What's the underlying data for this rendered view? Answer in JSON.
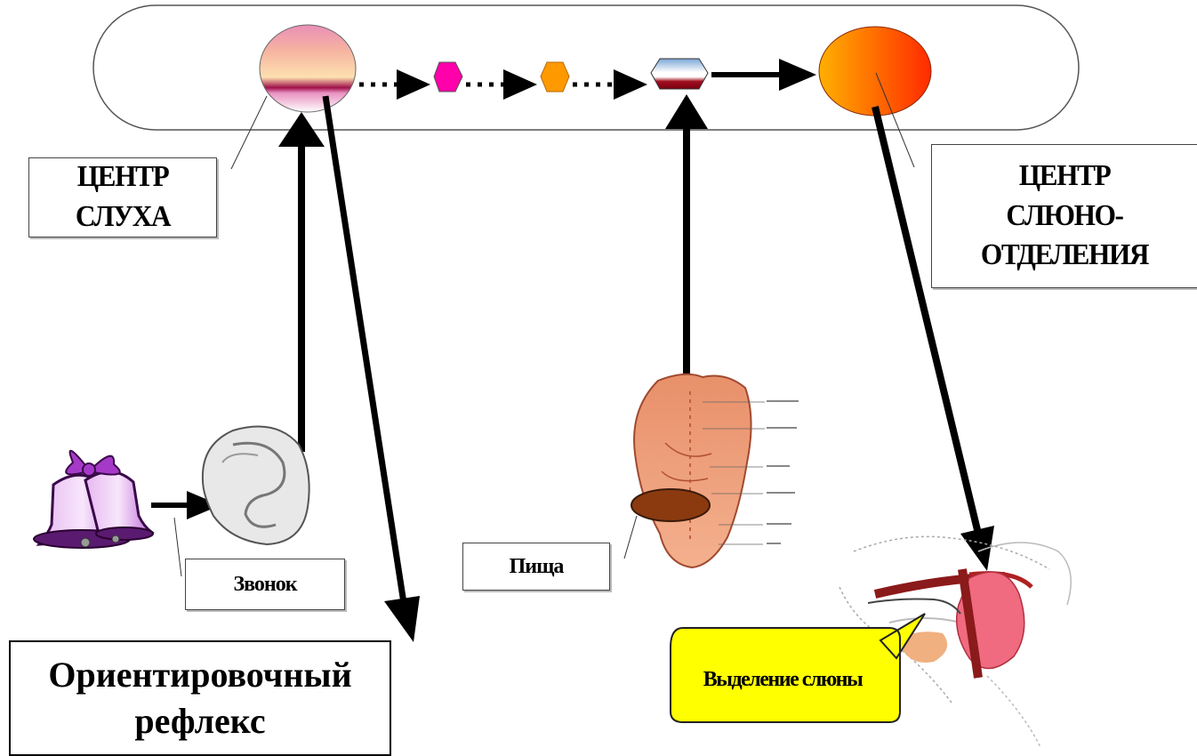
{
  "labels": {
    "hearing_center": "ЦЕНТР СЛУХА",
    "salivation_center": "ЦЕНТР СЛЮНО- ОТДЕЛЕНИЯ",
    "bell": "Звонок",
    "food": "Пища",
    "saliva_release": "Выделение слюны",
    "orienting_reflex": "Ориентировочный рефлекс"
  },
  "icons": [
    "bell-icon",
    "ear-icon",
    "tongue-icon",
    "food-oval-icon",
    "mouth-salivary-gland-icon"
  ],
  "colors": {
    "bubble_fill": "#ffff00",
    "food_oval": "#8b3a10",
    "salivation_center": "#ff6a00",
    "hexagon_magenta": "#ff00aa",
    "hexagon_orange": "#ff9900"
  }
}
